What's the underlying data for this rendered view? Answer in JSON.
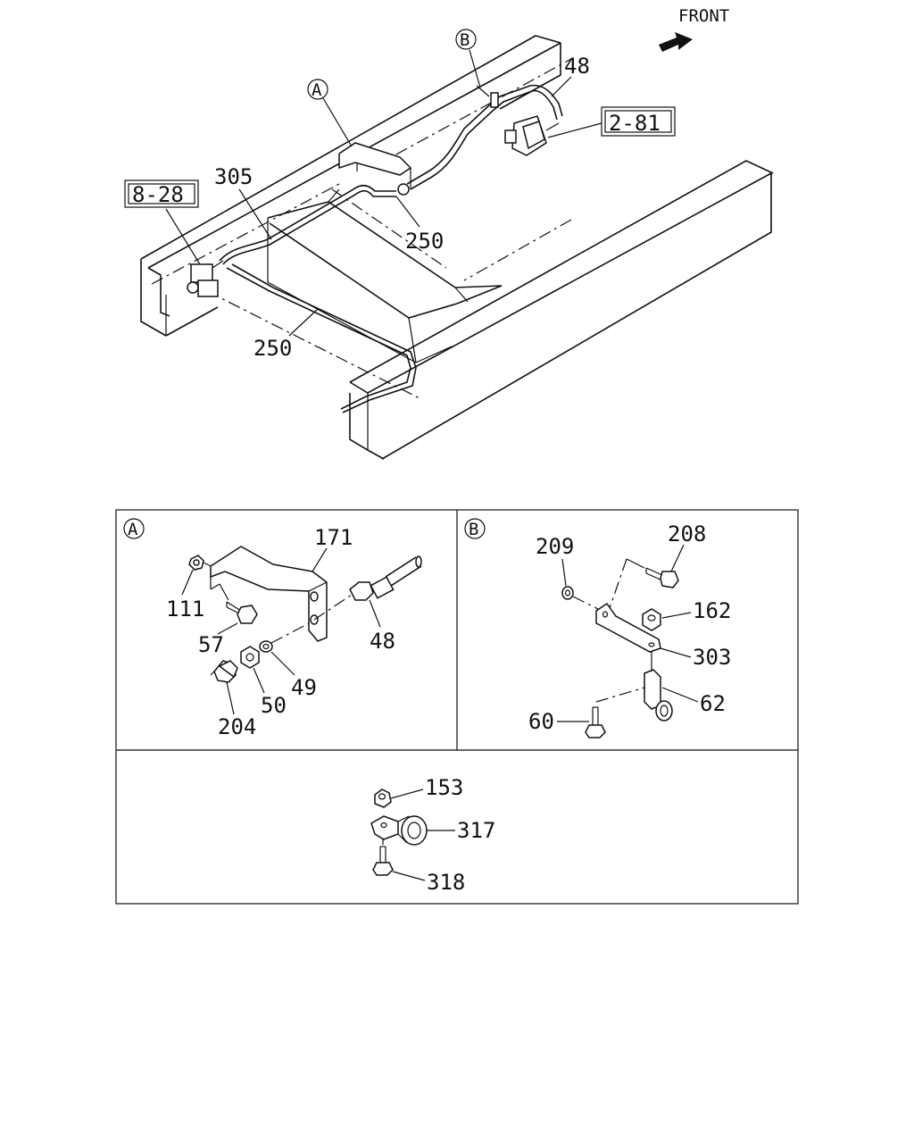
{
  "diagram": {
    "front_label": "FRONT",
    "main_view": {
      "callout_a": "A",
      "callout_b": "B",
      "ref_box_left": "8-28",
      "ref_box_right": "2-81",
      "labels": {
        "p48": "48",
        "p305": "305",
        "p250_upper": "250",
        "p250_lower": "250"
      }
    },
    "detail_a": {
      "tag": "A",
      "labels": {
        "p171": "171",
        "p111": "111",
        "p57": "57",
        "p48": "48",
        "p49": "49",
        "p50": "50",
        "p204": "204"
      }
    },
    "detail_b": {
      "tag": "B",
      "labels": {
        "p209": "209",
        "p208": "208",
        "p162": "162",
        "p303": "303",
        "p62": "62",
        "p60": "60"
      }
    },
    "detail_c": {
      "labels": {
        "p153": "153",
        "p317": "317",
        "p318": "318"
      }
    }
  }
}
